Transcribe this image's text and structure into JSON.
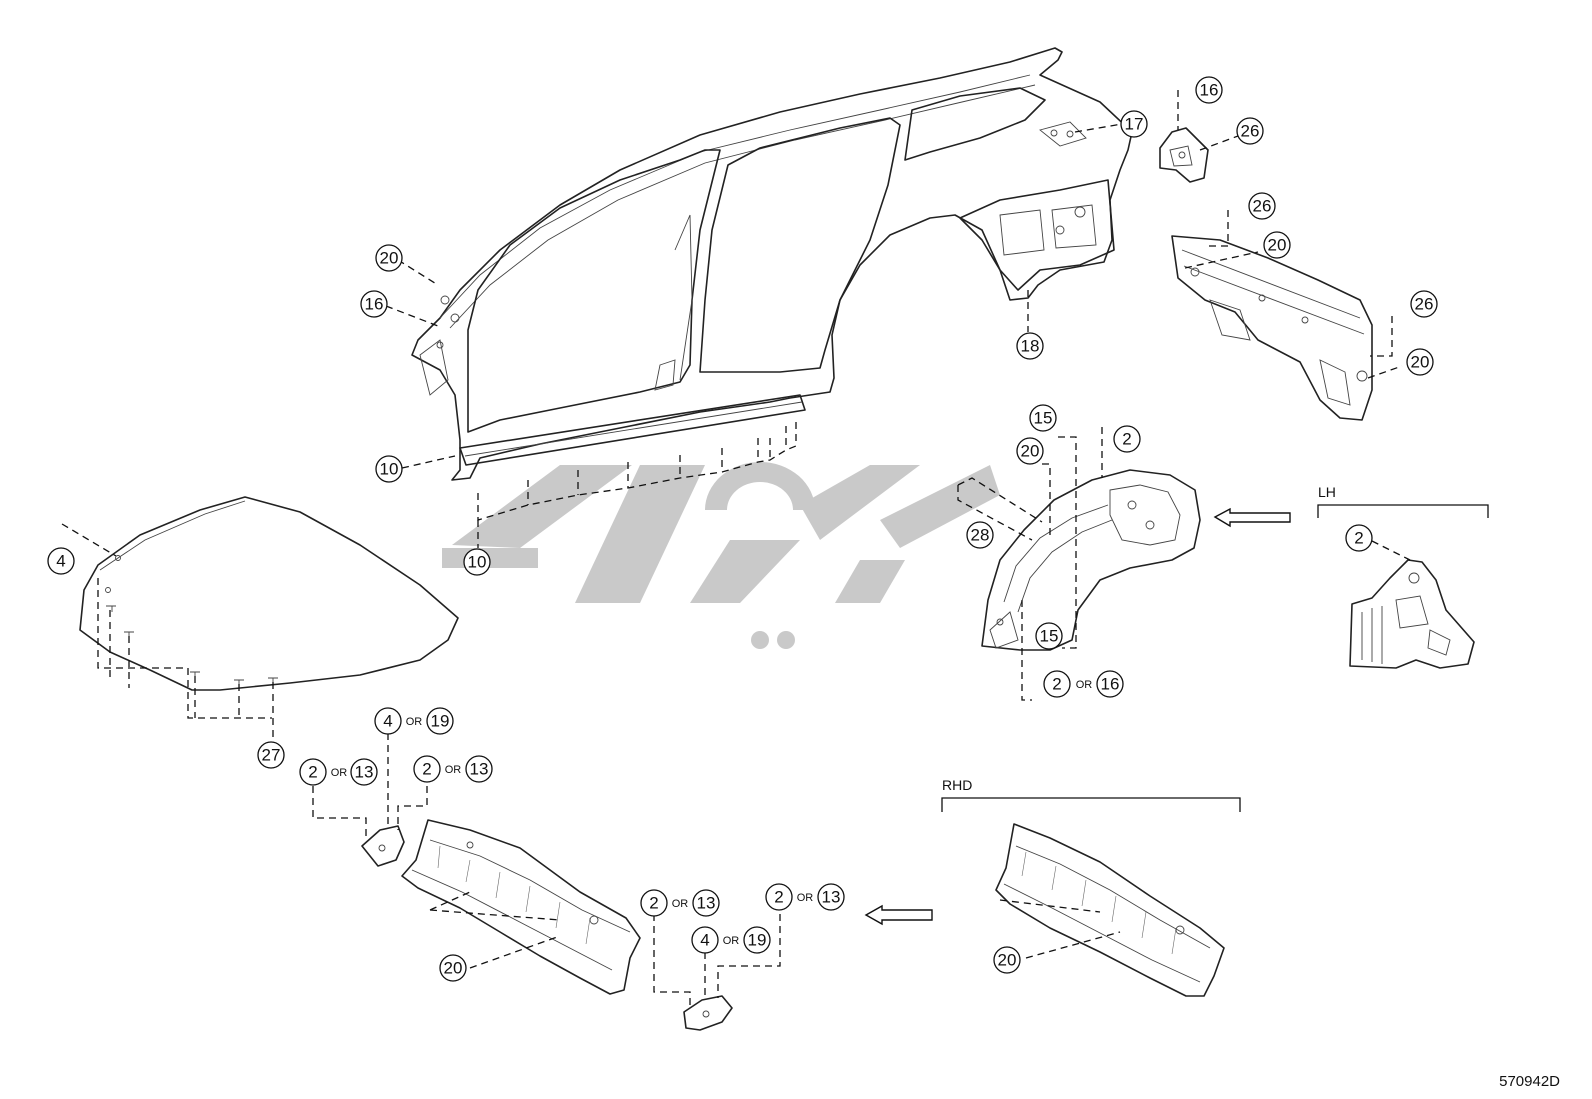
{
  "callouts": [
    {
      "id": "c-body-17",
      "num": "17"
    },
    {
      "id": "c-pillar-16",
      "num": "16"
    },
    {
      "id": "c-pillar-26",
      "num": "26"
    },
    {
      "id": "c-panel-26a",
      "num": "26"
    },
    {
      "id": "c-panel-20a",
      "num": "20"
    },
    {
      "id": "c-panel-26b",
      "num": "26"
    },
    {
      "id": "c-panel-20b",
      "num": "20"
    },
    {
      "id": "c-body-20",
      "num": "20"
    },
    {
      "id": "c-body-16",
      "num": "16"
    },
    {
      "id": "c-body-18",
      "num": "18"
    },
    {
      "id": "c-body-10a",
      "num": "10"
    },
    {
      "id": "c-body-10b",
      "num": "10"
    },
    {
      "id": "c-wheel-15a",
      "num": "15"
    },
    {
      "id": "c-wheel-2",
      "num": "2"
    },
    {
      "id": "c-wheel-20",
      "num": "20"
    },
    {
      "id": "c-wheel-28",
      "num": "28"
    },
    {
      "id": "c-wheel-15b",
      "num": "15"
    },
    {
      "id": "c-lh-2",
      "num": "2"
    },
    {
      "id": "c-hood-4",
      "num": "4"
    },
    {
      "id": "c-hood-27",
      "num": "27"
    },
    {
      "id": "c-cowl-20",
      "num": "20"
    },
    {
      "id": "c-rhd-20",
      "num": "20"
    }
  ],
  "or_groups": [
    {
      "id": "or-wheel",
      "a": "2",
      "or": "OR",
      "b": "16"
    },
    {
      "id": "or-cowl-top",
      "a": "4",
      "or": "OR",
      "b": "19"
    },
    {
      "id": "or-cowl-left",
      "a": "2",
      "or": "OR",
      "b": "13"
    },
    {
      "id": "or-cowl-right",
      "a": "2",
      "or": "OR",
      "b": "13"
    },
    {
      "id": "or-bracket-left",
      "a": "2",
      "or": "OR",
      "b": "13"
    },
    {
      "id": "or-bracket-right",
      "a": "2",
      "or": "OR",
      "b": "13"
    },
    {
      "id": "or-bracket-mid",
      "a": "4",
      "or": "OR",
      "b": "19"
    }
  ],
  "groups": {
    "lh_label": "LH",
    "rhd_label": "RHD"
  },
  "figure_id": "570942D"
}
